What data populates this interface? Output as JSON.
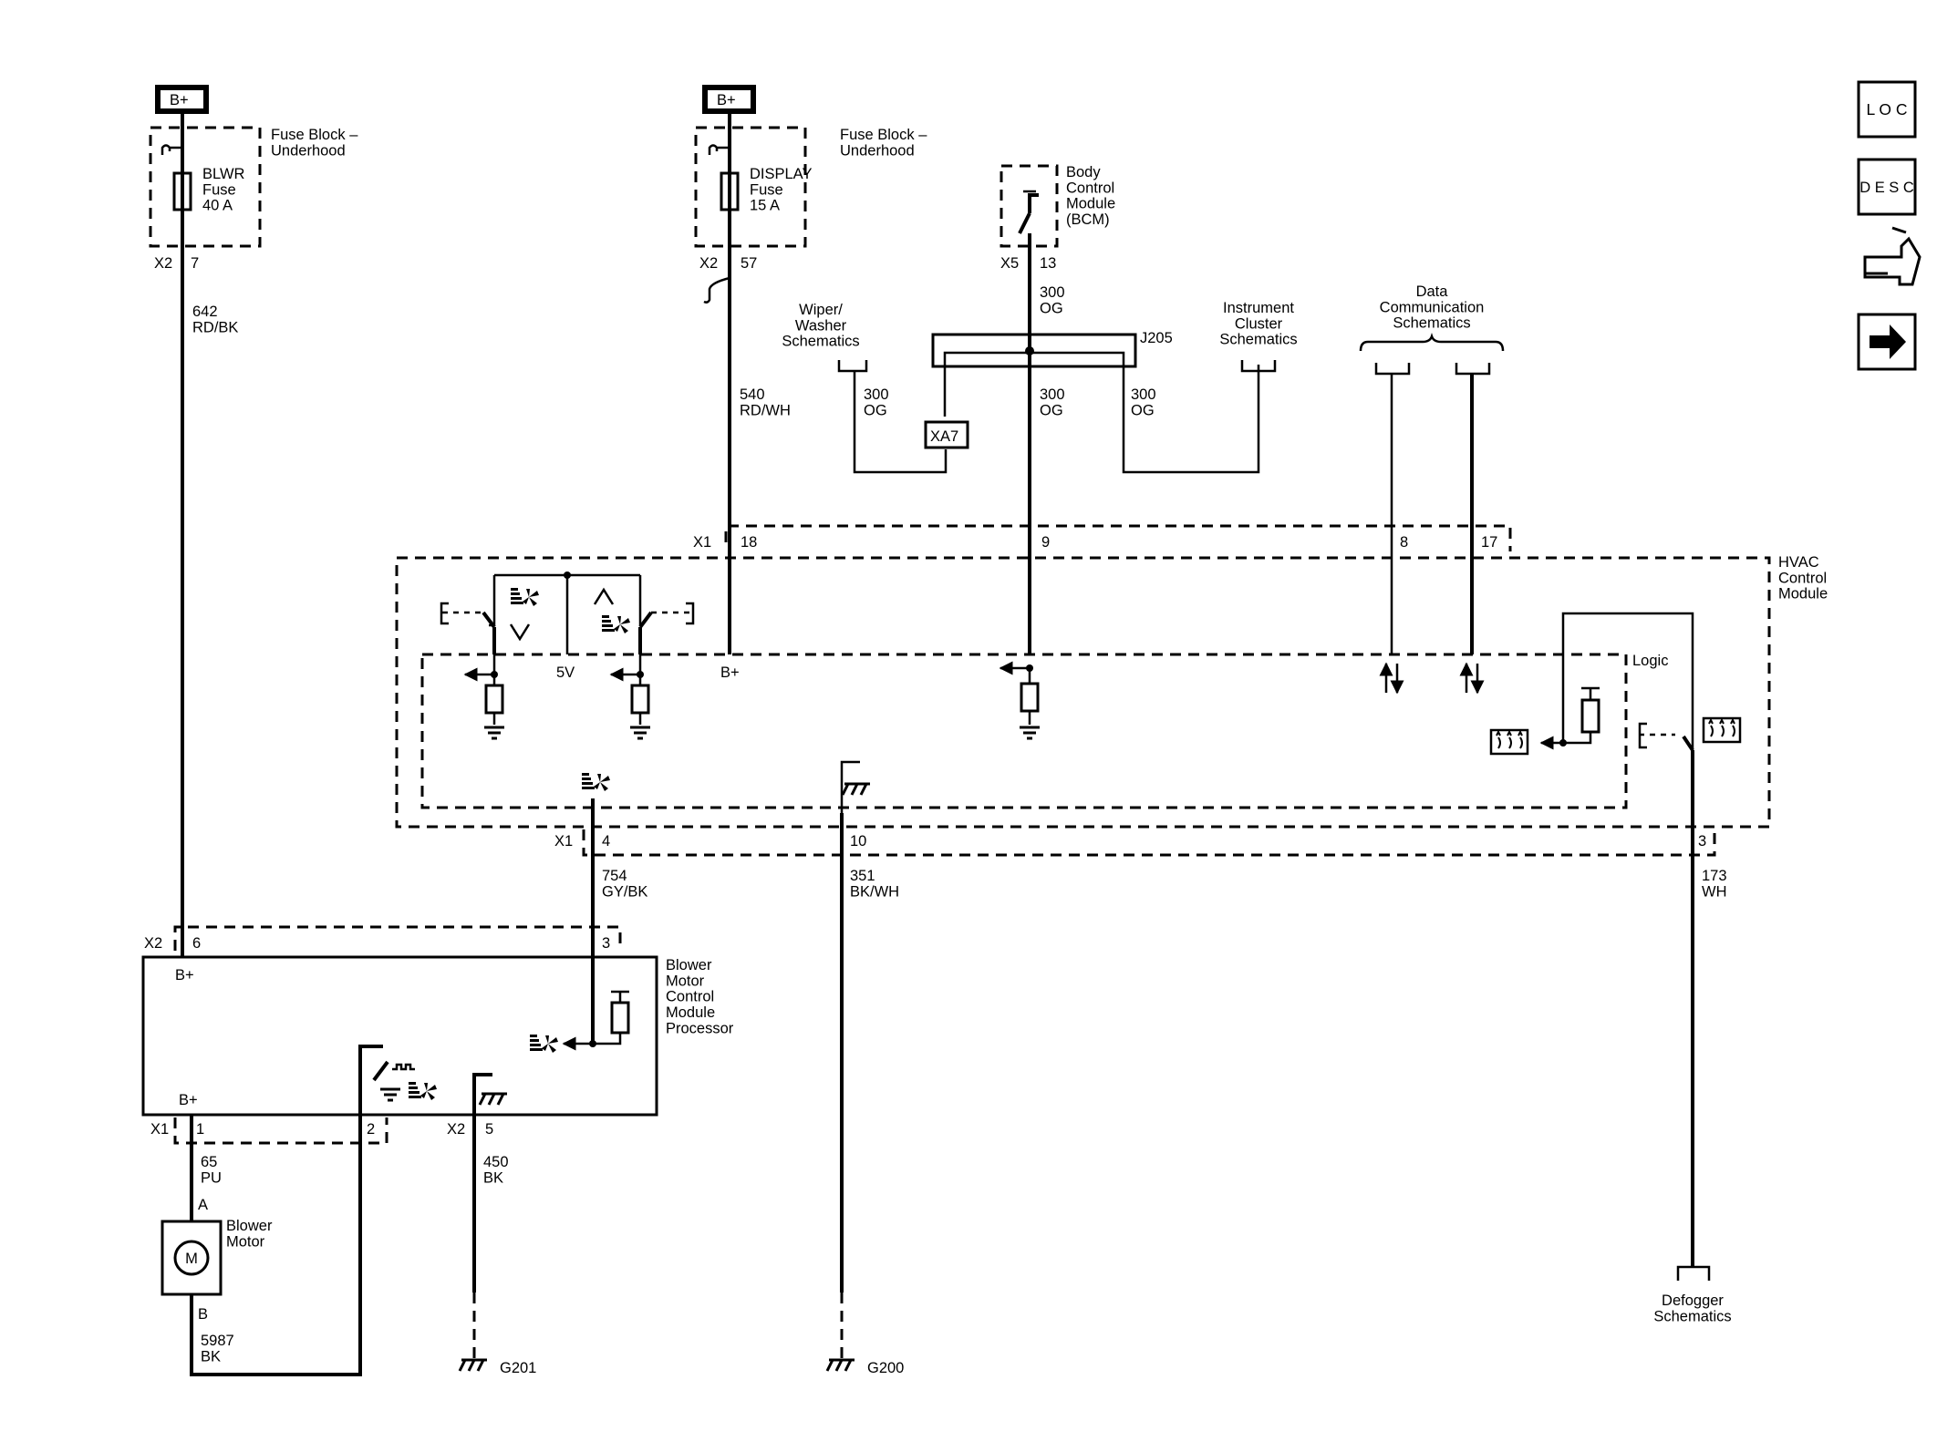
{
  "fuse_blocks": [
    {
      "supply": "B+",
      "name": "Fuse Block –\nUnderhood",
      "fuse": "BLWR\nFuse\n40 A",
      "connector": "X2",
      "pin": "7"
    },
    {
      "supply": "B+",
      "name": "Fuse Block –\nUnderhood",
      "fuse": "DISPLAY\nFuse\n15 A",
      "connector": "X2",
      "pin": "57"
    }
  ],
  "bcm": {
    "name": "Body\nControl\nModule\n(BCM)",
    "connector": "X5",
    "pin": "13"
  },
  "splice": "J205",
  "inline_connector": "XA7",
  "references": {
    "wiper": "Wiper/\nWasher\nSchematics",
    "cluster": "Instrument\nCluster\nSchematics",
    "data": "Data\nCommunication\nSchematics",
    "defogger": "Defogger\nSchematics"
  },
  "wires": {
    "w642": "642\nRD/BK",
    "w540": "540\nRD/WH",
    "w300_bcm": "300\nOG",
    "w300_wiper": "300\nOG",
    "w300_mid": "300\nOG",
    "w300_cluster": "300\nOG",
    "w754": "754\nGY/BK",
    "w351": "351\nBK/WH",
    "w173": "173\nWH",
    "w65": "65\nPU",
    "w450": "450\nBK",
    "w5987": "5987\nBK"
  },
  "hvac": {
    "name": "HVAC\nControl\nModule",
    "logic": "Logic",
    "x1": "X1",
    "pins_top": [
      "18",
      "9",
      "8",
      "17"
    ],
    "pins_bottom": [
      "4",
      "10",
      "3"
    ],
    "v5": "5V",
    "bplus": "B+"
  },
  "blower_module": {
    "name": "Blower\nMotor\nControl\nModule\nProcessor",
    "x2": "X2",
    "pin6": "6",
    "pin3": "3",
    "bplus_top": "B+",
    "bplus_bottom": "B+",
    "x1": "X1",
    "pin1": "1",
    "pin2": "2",
    "x2b": "X2",
    "pin5": "5"
  },
  "motor": {
    "name": "Blower\nMotor",
    "symbol": "M",
    "pin_a": "A",
    "pin_b": "B"
  },
  "grounds": [
    "G201",
    "G200"
  ],
  "nav_buttons": [
    {
      "name": "loc",
      "label": "L O C"
    },
    {
      "name": "desc",
      "label": "D E S C"
    },
    {
      "name": "connector",
      "label": "connector-end-view-icon"
    },
    {
      "name": "next",
      "label": "arrow-right-icon"
    }
  ]
}
